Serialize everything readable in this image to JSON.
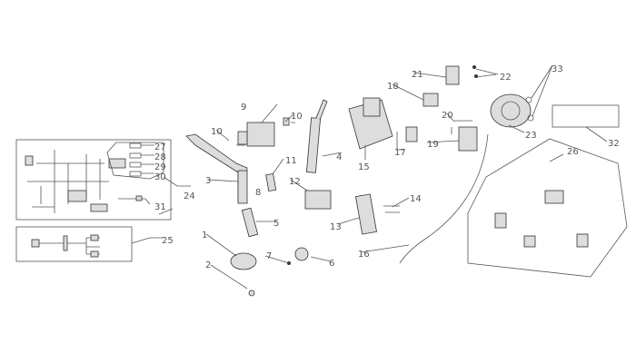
{
  "diagram": {
    "labels": {
      "l1": "1",
      "l2": "2",
      "l3": "3",
      "l4": "4",
      "l5": "5",
      "l6": "6",
      "l7": "7",
      "l8": "8",
      "l9": "9",
      "l10a": "10",
      "l10b": "10",
      "l11": "11",
      "l12": "12",
      "l13": "13",
      "l14": "14",
      "l15": "15",
      "l16": "16",
      "l17": "17",
      "l18": "18",
      "l19": "19",
      "l20": "20",
      "l21": "21",
      "l22": "22",
      "l23": "23",
      "l24": "24",
      "l25": "25",
      "l26": "26",
      "l27": "27",
      "l28": "28",
      "l29": "29",
      "l30": "30",
      "l31": "31",
      "l32": "32",
      "l33": "33"
    }
  }
}
